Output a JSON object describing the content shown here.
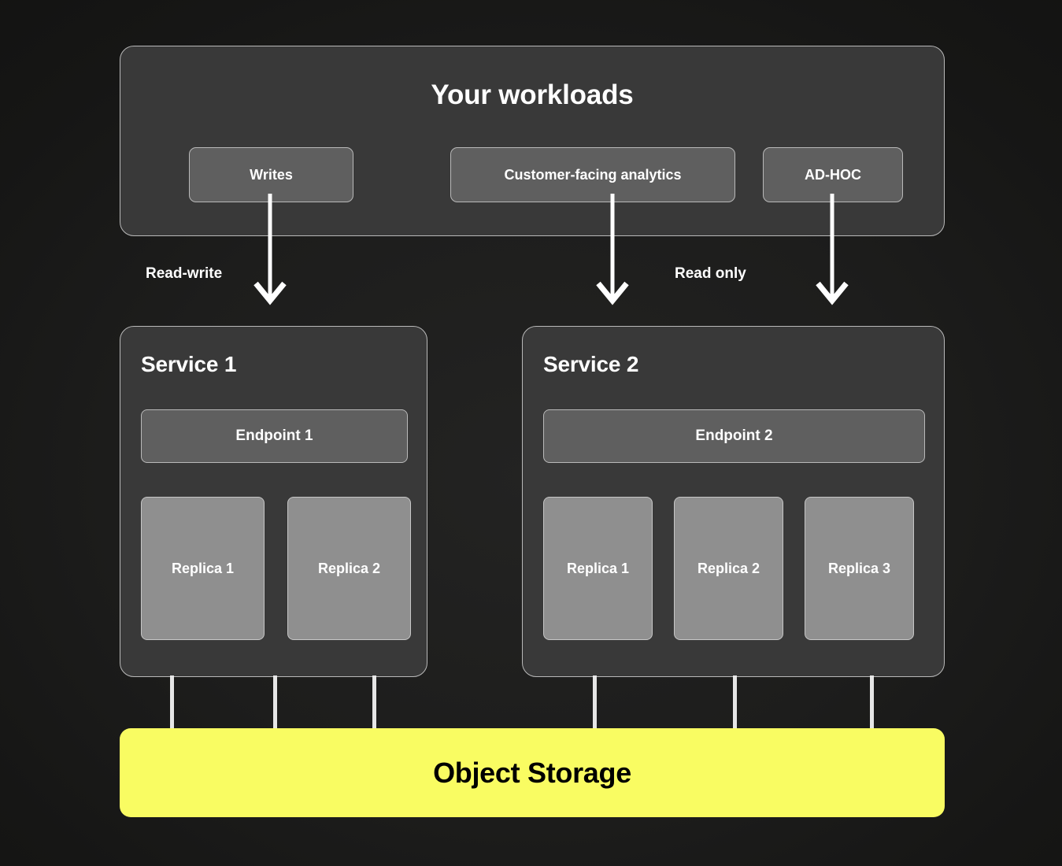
{
  "diagram": {
    "title": "Your workloads",
    "background_color": "#1b1b1a",
    "accent_color": "#f9fc62"
  },
  "workloads": {
    "title": "Your workloads",
    "chips": [
      {
        "label": "Writes",
        "name": "writes"
      },
      {
        "label": "Customer-facing analytics",
        "name": "customer-facing-analytics"
      },
      {
        "label": "AD-HOC",
        "name": "ad-hoc"
      }
    ]
  },
  "flows": [
    {
      "label": "Read-write",
      "from": "Writes",
      "to": "Service 1"
    },
    {
      "label": "Read only",
      "from": "Customer-facing analytics",
      "to": "Service 2"
    }
  ],
  "services": [
    {
      "title": "Service 1",
      "endpoint": "Endpoint 1",
      "replicas": [
        {
          "label": "Replica 1"
        },
        {
          "label": "Replica 2"
        }
      ]
    },
    {
      "title": "Service 2",
      "endpoint": "Endpoint 2",
      "replicas": [
        {
          "label": "Replica 1"
        },
        {
          "label": "Replica 2"
        },
        {
          "label": "Replica 3"
        }
      ]
    }
  ],
  "storage": {
    "label": "Object Storage",
    "color": "#f9fc62"
  }
}
